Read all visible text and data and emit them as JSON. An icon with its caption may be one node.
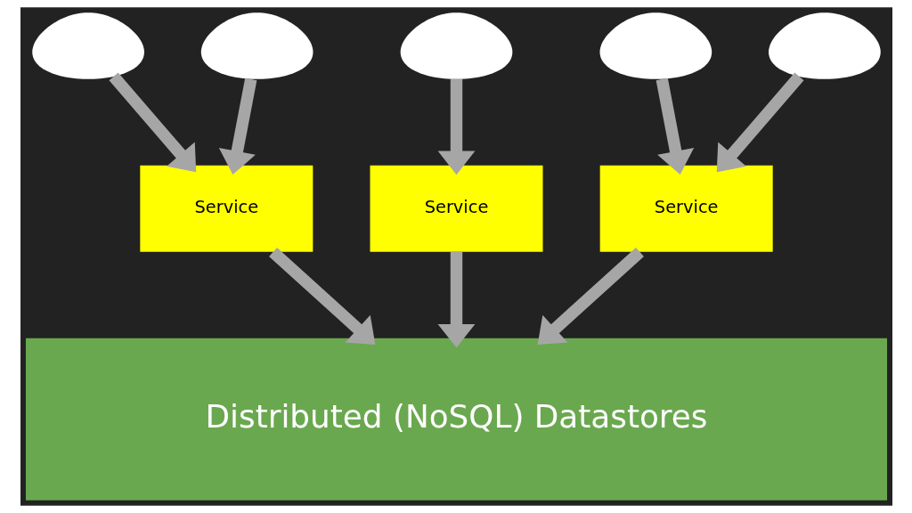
{
  "diagram": {
    "nodes": [
      {
        "text": [],
        "shape": "person"
      },
      {
        "text": [],
        "shape": "person"
      },
      {
        "text": [],
        "shape": "person"
      },
      {
        "text": [],
        "shape": "person"
      },
      {
        "text": [],
        "shape": "person"
      },
      {
        "text": [
          "Service"
        ]
      },
      {
        "text": [
          "Service"
        ]
      },
      {
        "text": [
          "Service"
        ]
      },
      {
        "text": [
          "Distributed (NoSQL) Datastores"
        ]
      }
    ],
    "edges": [
      {
        "from": 0,
        "to": 5,
        "arrow": "to"
      },
      {
        "from": 1,
        "to": 5,
        "arrow": "to"
      },
      {
        "from": 2,
        "to": 6,
        "arrow": "to"
      },
      {
        "from": 3,
        "to": 7,
        "arrow": "to"
      },
      {
        "from": 4,
        "to": 7,
        "arrow": "to"
      },
      {
        "from": 5,
        "to": 8,
        "arrow": "to"
      },
      {
        "from": 6,
        "to": 8,
        "arrow": "to"
      },
      {
        "from": 7,
        "to": 8,
        "arrow": "to"
      }
    ]
  }
}
